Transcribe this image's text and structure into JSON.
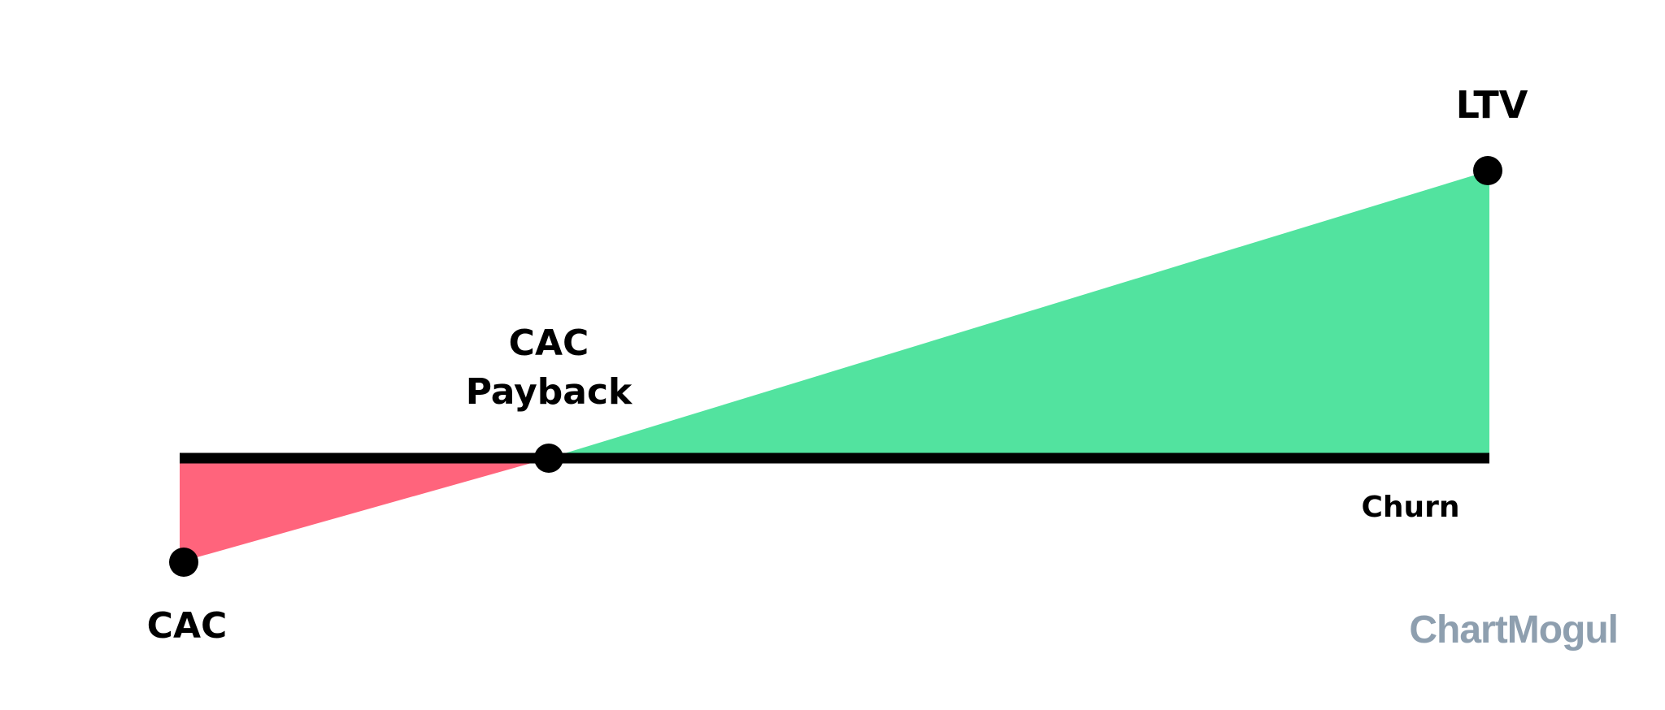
{
  "diagram": {
    "labels": {
      "ltv": "LTV",
      "payback_line1": "CAC",
      "payback_line2": "Payback",
      "churn": "Churn",
      "cac": "CAC"
    },
    "colors": {
      "profit_area": "#52e39f",
      "cost_area": "#ff647c",
      "baseline": "#000000",
      "markers": "#000000"
    }
  },
  "brand": {
    "name": "ChartMogul",
    "color": "#8e9faf"
  }
}
